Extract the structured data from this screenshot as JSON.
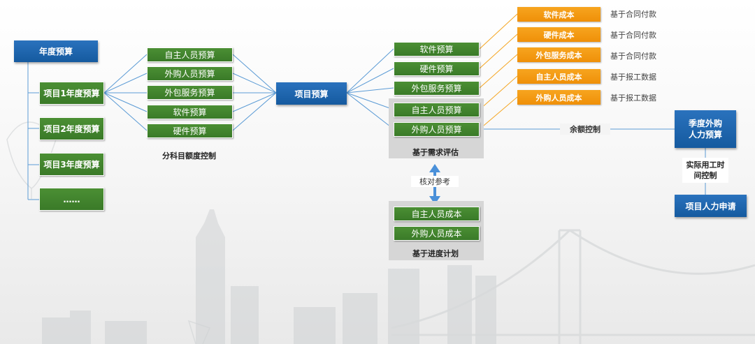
{
  "annual": {
    "title": "年度预算",
    "items": [
      "项目1年度预算",
      "项目2年度预算",
      "项目3年度预算",
      "……"
    ]
  },
  "categories": {
    "items": [
      "自主人员预算",
      "外购人员预算",
      "外包服务预算",
      "软件预算",
      "硬件预算"
    ],
    "caption": "分科目额度控制"
  },
  "project_budget": "项目预算",
  "demand": {
    "items": [
      "软件预算",
      "硬件预算",
      "外包服务预算",
      "自主人员预算",
      "外购人员预算"
    ],
    "caption": "基于需求评估"
  },
  "costs": {
    "items": [
      {
        "label": "软件成本",
        "basis": "基于合同付款"
      },
      {
        "label": "硬件成本",
        "basis": "基于合同付款"
      },
      {
        "label": "外包服务成本",
        "basis": "基于合同付款"
      },
      {
        "label": "自主人员成本",
        "basis": "基于报工数据"
      },
      {
        "label": "外购人员成本",
        "basis": "基于报工数据"
      }
    ]
  },
  "verify_label": "核对参考",
  "progress": {
    "items": [
      "自主人员成本",
      "外购人员成本"
    ],
    "caption": "基于进度计划"
  },
  "balance_label": "余额控制",
  "quarterly": {
    "line1": "季度外购",
    "line2": "人力预算"
  },
  "actual_label": {
    "line1": "实际用工时",
    "line2": "间控制"
  },
  "request": "项目人力申请",
  "colors": {
    "blue": "#1a62ab",
    "green": "#3f8130",
    "orange": "#f39a10",
    "connector": "#5b9bd5",
    "orange_line": "#f5a623"
  }
}
